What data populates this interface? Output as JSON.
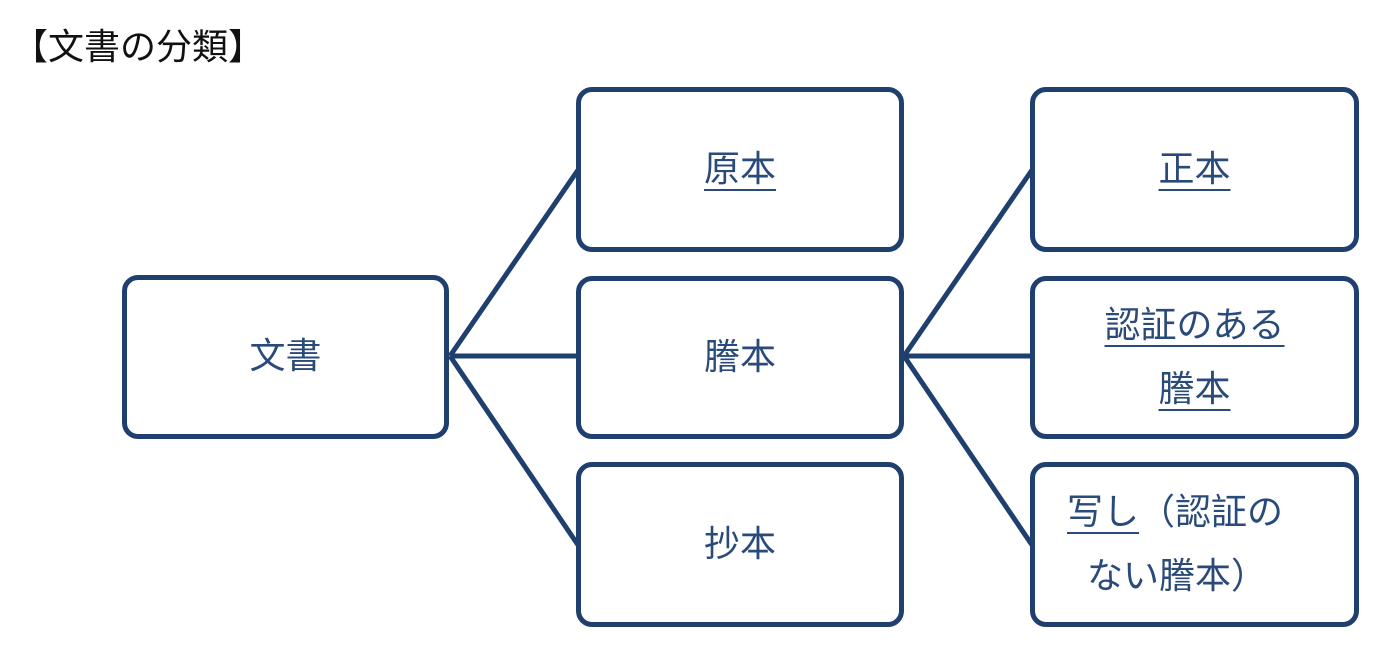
{
  "title": "【文書の分類】",
  "nodes": {
    "root": "文書",
    "original": "原本",
    "transcript": "謄本",
    "abstract": "抄本",
    "authentic": "正本",
    "certified_line1": "認証のある",
    "certified_line2": "謄本",
    "copy_term": "写し",
    "copy_note_line1": "（認証の",
    "copy_note_line2": "ない謄本）"
  },
  "colors": {
    "border": "#1f3f6e",
    "text": "#2a4a7a"
  }
}
